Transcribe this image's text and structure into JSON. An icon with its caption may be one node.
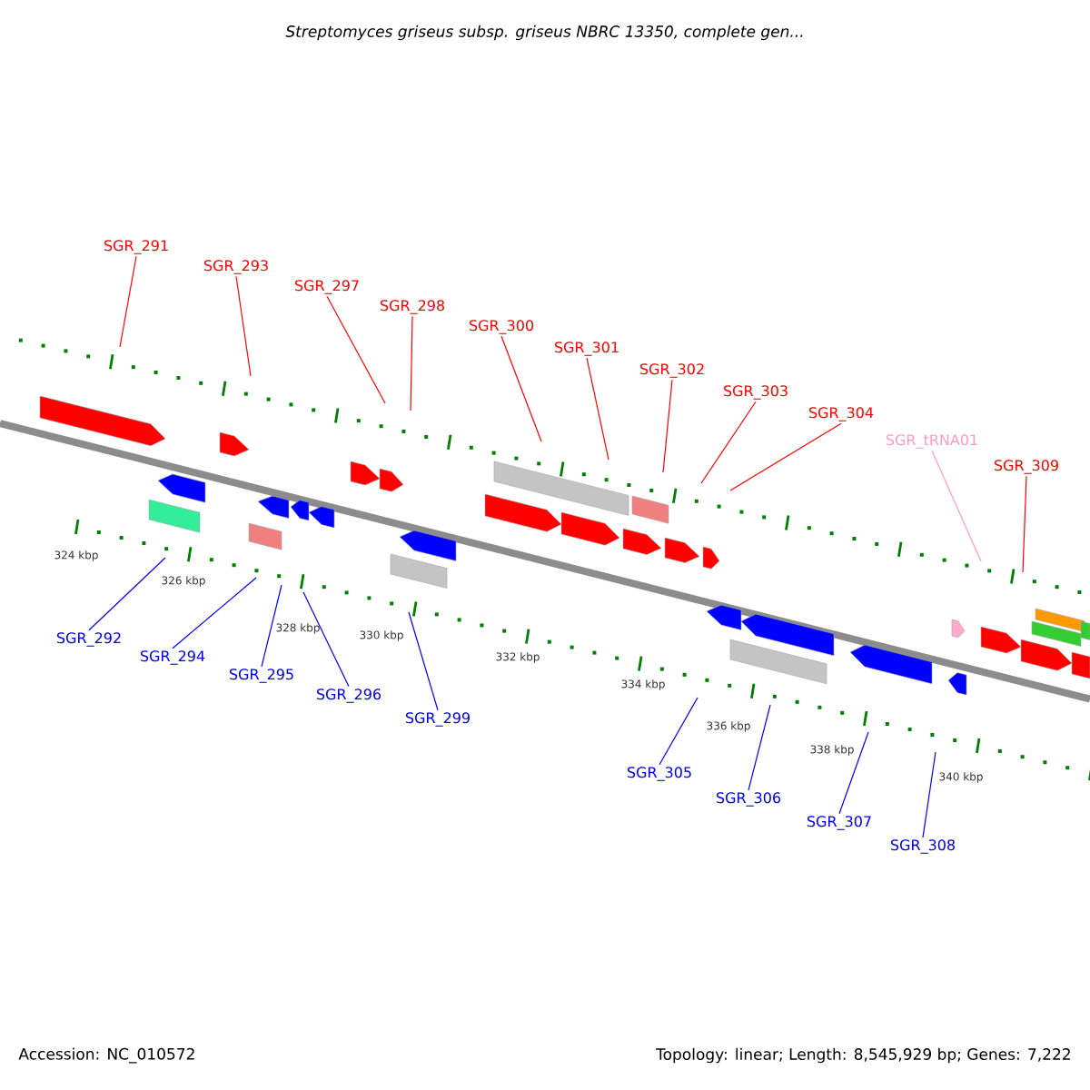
{
  "diagram": {
    "title": "Streptomyces griseus subsp. griseus NBRC 13350, complete gen...",
    "nodes": [
      {
        "text": [
          "SGR_291"
        ]
      },
      {
        "text": [
          "SGR_293"
        ]
      },
      {
        "text": [
          "SGR_297"
        ]
      },
      {
        "text": [
          "SGR_298"
        ]
      },
      {
        "text": [
          "SGR_300"
        ]
      },
      {
        "text": [
          "SGR_301"
        ]
      },
      {
        "text": [
          "SGR_302"
        ]
      },
      {
        "text": [
          "SGR_303"
        ]
      },
      {
        "text": [
          "SGR_304"
        ]
      },
      {
        "text": [
          "SGR_tRNA01"
        ]
      },
      {
        "text": [
          "SGR_309"
        ]
      },
      {
        "text": [
          "SGR_292"
        ]
      },
      {
        "text": [
          "SGR_294"
        ]
      },
      {
        "text": [
          "SGR_295"
        ]
      },
      {
        "text": [
          "SGR_296"
        ]
      },
      {
        "text": [
          "SGR_299"
        ]
      },
      {
        "text": [
          "SGR_305"
        ]
      },
      {
        "text": [
          "SGR_306"
        ]
      },
      {
        "text": [
          "SGR_307"
        ]
      },
      {
        "text": [
          "SGR_308"
        ]
      }
    ],
    "edges": [
      {
        "from": 0,
        "to": null,
        "arrow": "none"
      },
      {
        "from": 1,
        "to": null,
        "arrow": "none"
      },
      {
        "from": 2,
        "to": null,
        "arrow": "none"
      },
      {
        "from": 3,
        "to": null,
        "arrow": "none"
      },
      {
        "from": 4,
        "to": null,
        "arrow": "none"
      },
      {
        "from": 5,
        "to": null,
        "arrow": "none"
      },
      {
        "from": 6,
        "to": null,
        "arrow": "none"
      },
      {
        "from": 7,
        "to": null,
        "arrow": "none"
      },
      {
        "from": 8,
        "to": null,
        "arrow": "none"
      },
      {
        "from": 9,
        "to": null,
        "arrow": "none",
        "color": "#ff99cc"
      },
      {
        "from": 10,
        "to": null,
        "arrow": "none"
      },
      {
        "from": 11,
        "to": null,
        "arrow": "none",
        "color": "#0000ff"
      },
      {
        "from": 12,
        "to": null,
        "arrow": "none",
        "color": "#0000ff"
      },
      {
        "from": 13,
        "to": null,
        "arrow": "none",
        "color": "#0000ff"
      },
      {
        "from": 14,
        "to": null,
        "arrow": "none",
        "color": "#0000ff"
      },
      {
        "from": 15,
        "to": null,
        "arrow": "none",
        "color": "#0000ff"
      },
      {
        "from": 16,
        "to": null,
        "arrow": "none",
        "color": "#0000ff"
      },
      {
        "from": 17,
        "to": null,
        "arrow": "none",
        "color": "#0000ff"
      },
      {
        "from": 18,
        "to": null,
        "arrow": "none",
        "color": "#0000ff"
      },
      {
        "from": 19,
        "to": null,
        "arrow": "none",
        "color": "#0000ff"
      }
    ],
    "labels": [
      "324 kbp",
      "326 kbp",
      "328 kbp",
      "330 kbp",
      "332 kbp",
      "334 kbp",
      "336 kbp",
      "338 kbp",
      "340 kbp",
      "Accession: NC_010572",
      "Topology: linear; Length: 8,545,929 bp; Genes: 7,222"
    ]
  }
}
